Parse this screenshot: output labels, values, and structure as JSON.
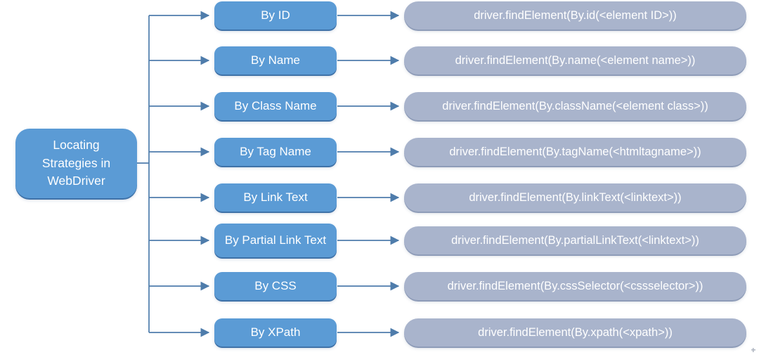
{
  "diagram": {
    "title": "Locating Strategies in WebDriver",
    "root": {
      "lines": [
        "Locating",
        "Strategies in",
        "WebDriver"
      ]
    },
    "rows": [
      {
        "label": "By ID",
        "code": "driver.findElement(By.id(<element ID>))"
      },
      {
        "label": "By Name",
        "code": "driver.findElement(By.name(<element name>))"
      },
      {
        "label": "By Class Name",
        "code": "driver.findElement(By.className(<element class>))"
      },
      {
        "label": "By Tag Name",
        "code": "driver.findElement(By.tagName(<htmltagname>))"
      },
      {
        "label": "By Link Text",
        "code": "driver.findElement(By.linkText(<linktext>))"
      },
      {
        "label": "By Partial Link Text",
        "code": "driver.findElement(By.partialLinkText(<linktext>))"
      },
      {
        "label": "By CSS",
        "code": "driver.findElement(By.cssSelector(<cssselector>))"
      },
      {
        "label": "By XPath",
        "code": "driver.findElement(By.xpath(<xpath>))"
      }
    ],
    "colors": {
      "node_blue": "#5b9bd5",
      "node_blue_dark": "#3f72a8",
      "pill_gray": "#a9b4cc",
      "pill_gray_dark": "#8e9cb8",
      "connector_line": "#4e7cab",
      "text": "#ffffff",
      "background": "#ffffff"
    }
  }
}
